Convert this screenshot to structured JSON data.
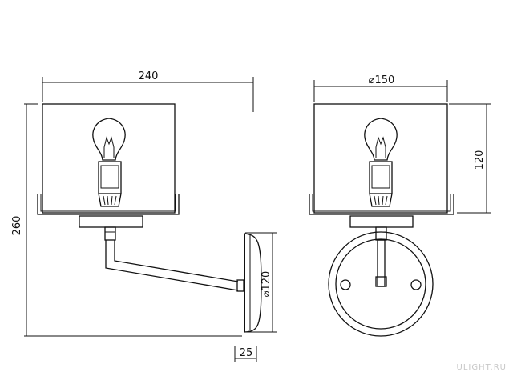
{
  "drawing": {
    "side_view": {
      "width_label": "240",
      "height_label": "260",
      "backplate_diameter_label": "⌀120",
      "depth_label": "25"
    },
    "front_view": {
      "shade_diameter_label": "⌀150",
      "shade_height_label": "120"
    },
    "watermark": "ULIGHT.RU"
  },
  "colors": {
    "line": "#111111",
    "watermark": "#c8c8c8",
    "background": "#ffffff"
  }
}
